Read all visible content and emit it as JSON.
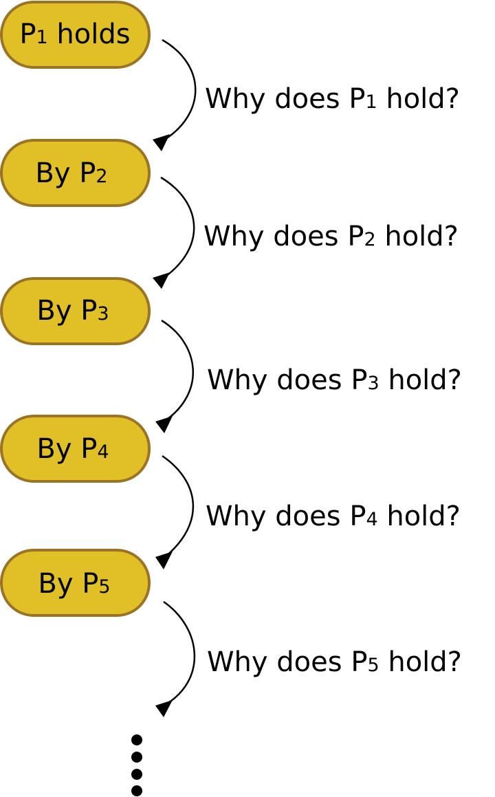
{
  "nodes": [
    {
      "main": "P",
      "sub": "1",
      "suffix": " holds"
    },
    {
      "main": "By P",
      "sub": "2",
      "suffix": ""
    },
    {
      "main": "By P",
      "sub": "3",
      "suffix": ""
    },
    {
      "main": "By P",
      "sub": "4",
      "suffix": ""
    },
    {
      "main": "By P",
      "sub": "5",
      "suffix": ""
    }
  ],
  "questions": [
    {
      "main": "Why does P",
      "sub": "1",
      "suffix": " hold?"
    },
    {
      "main": "Why does P",
      "sub": "2",
      "suffix": " hold?"
    },
    {
      "main": "Why does P",
      "sub": "3",
      "suffix": " hold?"
    },
    {
      "main": "Why does P",
      "sub": "4",
      "suffix": " hold?"
    },
    {
      "main": "Why does P",
      "sub": "5",
      "suffix": " hold?"
    }
  ],
  "colors": {
    "node_fill": "#e1bf26",
    "node_stroke": "#9a7424",
    "arrow": "#000000",
    "text": "#000000"
  },
  "continuation": "ellipsis-dots"
}
